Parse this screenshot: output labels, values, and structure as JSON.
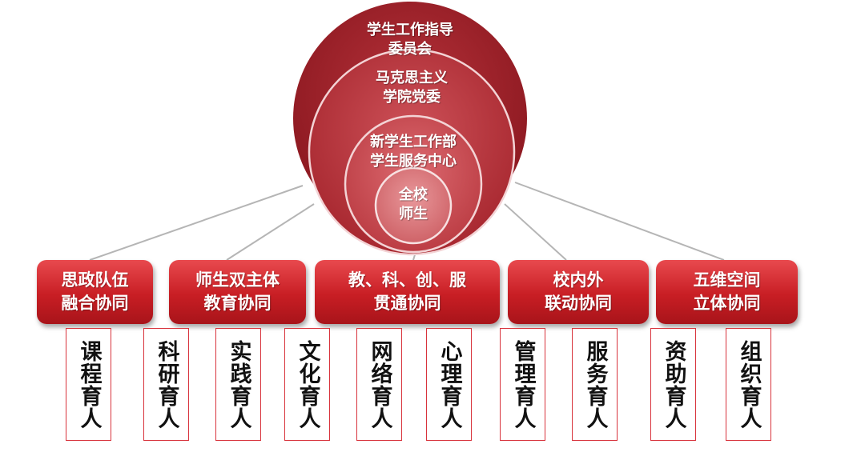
{
  "circles": [
    {
      "lines": [
        "学生工作指导",
        "委员会"
      ]
    },
    {
      "lines": [
        "马克思主义",
        "学院党委"
      ]
    },
    {
      "lines": [
        "新学生工作部",
        "学生服务中心"
      ]
    },
    {
      "lines": [
        "全校",
        "师生"
      ]
    }
  ],
  "collab_boxes": [
    {
      "lines": [
        "思政队伍",
        "融合协同"
      ]
    },
    {
      "lines": [
        "师生双主体",
        "教育协同"
      ]
    },
    {
      "lines": [
        "教、科、创、服",
        "贯通协同"
      ]
    },
    {
      "lines": [
        "校内外",
        "联动协同"
      ]
    },
    {
      "lines": [
        "五维空间",
        "立体协同"
      ]
    }
  ],
  "education_items": [
    "课程育人",
    "科研育人",
    "实践育人",
    "文化育人",
    "网络育人",
    "心理育人",
    "管理育人",
    "服务育人",
    "资助育人",
    "组织育人"
  ],
  "colors": {
    "accent": "#c81e24",
    "circle_outer": "#9e1c22",
    "connector": "#b5b5b5",
    "vbox_border": "#d8333c"
  }
}
